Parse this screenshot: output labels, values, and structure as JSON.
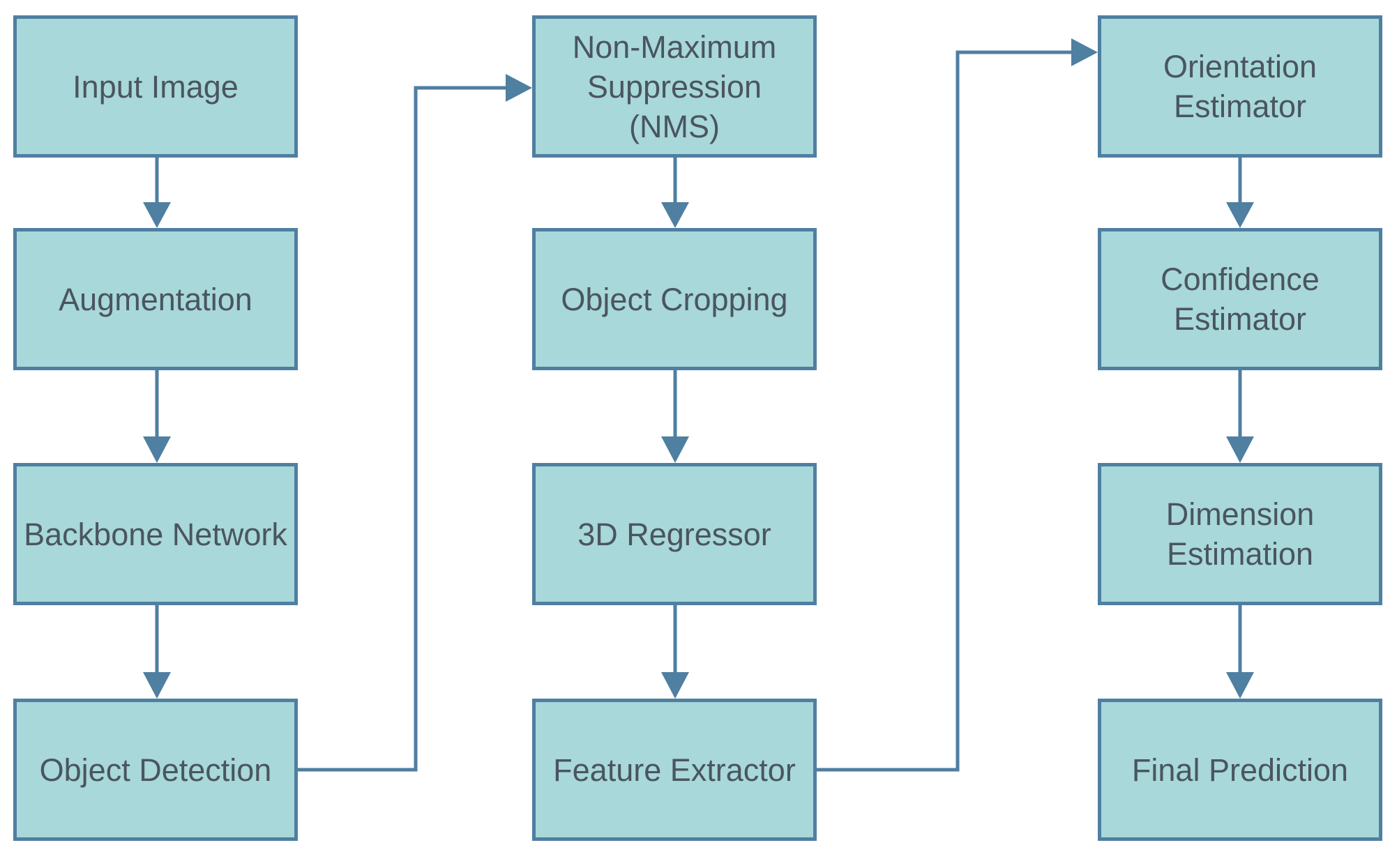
{
  "diagram": {
    "colors": {
      "node_fill": "#a8d8d9",
      "node_border": "#4f7fa1",
      "arrow": "#4f7fa1",
      "text": "#4a5560"
    },
    "nodes": {
      "input_image": "Input Image",
      "augmentation": "Augmentation",
      "backbone_network": "Backbone Network",
      "object_detection": "Object Detection",
      "nms": "Non-Maximum\nSuppression\n(NMS)",
      "object_cropping": "Object Cropping",
      "regressor_3d": "3D Regressor",
      "feature_extractor": "Feature Extractor",
      "orientation_estimator": "Orientation\nEstimator",
      "confidence_estimator": "Confidence\nEstimator",
      "dimension_estimation": "Dimension\nEstimation",
      "final_prediction": "Final Prediction"
    },
    "edges": [
      {
        "from": "input_image",
        "to": "augmentation"
      },
      {
        "from": "augmentation",
        "to": "backbone_network"
      },
      {
        "from": "backbone_network",
        "to": "object_detection"
      },
      {
        "from": "object_detection",
        "to": "nms"
      },
      {
        "from": "nms",
        "to": "object_cropping"
      },
      {
        "from": "object_cropping",
        "to": "regressor_3d"
      },
      {
        "from": "regressor_3d",
        "to": "feature_extractor"
      },
      {
        "from": "feature_extractor",
        "to": "orientation_estimator"
      },
      {
        "from": "orientation_estimator",
        "to": "confidence_estimator"
      },
      {
        "from": "confidence_estimator",
        "to": "dimension_estimation"
      },
      {
        "from": "dimension_estimation",
        "to": "final_prediction"
      }
    ]
  }
}
